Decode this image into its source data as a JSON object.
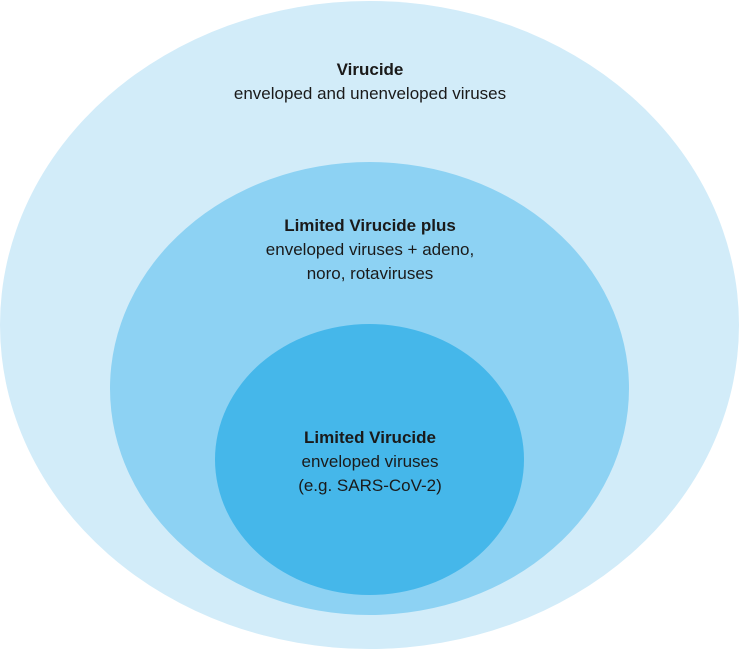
{
  "colors": {
    "outer": "#d2ecf9",
    "middle": "#8dd2f3",
    "inner": "#45b7ea",
    "text": "#1a1a1a"
  },
  "levels": {
    "outer": {
      "title": "Virucide",
      "lines": [
        "enveloped and unenveloped viruses"
      ]
    },
    "middle": {
      "title": "Limited Virucide plus",
      "lines": [
        "enveloped viruses + adeno,",
        "noro, rotaviruses"
      ]
    },
    "inner": {
      "title": "Limited Virucide",
      "lines": [
        "enveloped viruses",
        "(e.g. SARS-CoV-2)"
      ]
    }
  }
}
